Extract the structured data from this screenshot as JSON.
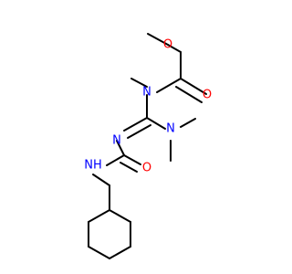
{
  "molecule": {
    "atoms": {
      "ester_o": {
        "text": "O"
      },
      "carbonyl_o_top": {
        "text": "O"
      },
      "n_methyl": {
        "text": "N"
      },
      "n_dimethyl": {
        "text": "N"
      },
      "n_imine": {
        "text": "N"
      },
      "nh": {
        "text": "NH"
      },
      "carbonyl_o_bottom": {
        "text": "O"
      }
    },
    "colors": {
      "bond": "#000000",
      "oxygen": "#ff0000",
      "nitrogen": "#0000ff",
      "background": "#ffffff"
    }
  }
}
